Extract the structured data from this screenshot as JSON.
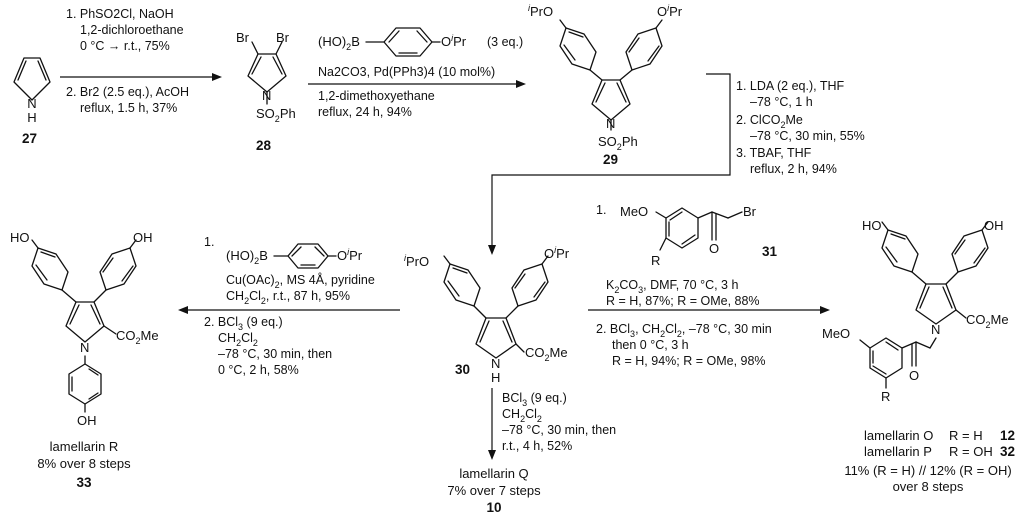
{
  "atoms": {
    "nh": "N\nH",
    "n": "N",
    "h": "H",
    "br": "Br",
    "so2ph": "SO2Ph",
    "oipr": "OiPr",
    "iprO": "iPrO",
    "ho2b": "(HO)2B",
    "co2me": "CO2Me",
    "oh": "OH",
    "ho": "HO",
    "meo": "MeO",
    "o": "O",
    "r": "R"
  },
  "compounds": {
    "c27": "27",
    "c28": "28",
    "c29": "29",
    "c30": "30",
    "c31": "31",
    "c33": "33",
    "c10": "10",
    "c12": "12",
    "c32": "32"
  },
  "step1": {
    "l1": "1. PhSO2Cl, NaOH",
    "l2": "1,2-dichloroethane",
    "l3": "0 °C → r.t., 75%",
    "l4": "2. Br2 (2.5 eq.), AcOH",
    "l5": "reflux, 1.5 h, 37%"
  },
  "step2": {
    "reagent": "(3 eq.)",
    "l1": "Na2CO3, Pd(PPh3)4 (10 mol%)",
    "l2": "1,2-dimethoxyethane",
    "l3": "reflux, 24 h, 94%"
  },
  "step3": {
    "l1": "1. LDA (2 eq.), THF",
    "l2": "–78 °C, 1 h",
    "l3": "2. ClCO2Me",
    "l4": "–78 °C, 30 min, 55%",
    "l5": "3. TBAF, THF",
    "l6": "reflux, 2 h, 94%"
  },
  "step_left": {
    "n1": "1.",
    "l1": "Cu(OAc)2, MS 4Å, pyridine",
    "l2": "CH2Cl2, r.t., 87 h, 95%",
    "l3": "2. BCl3 (9 eq.)",
    "l4": "CH2Cl2",
    "l5": "–78 °C, 30 min, then",
    "l6": "0 °C, 2 h, 58%"
  },
  "step_right": {
    "n1": "1.",
    "l1": "K2CO3, DMF, 70 °C, 3 h",
    "l2": "R = H, 87%; R = OMe, 88%",
    "l3": "2. BCl3, CH2Cl2, –78 °C, 30 min",
    "l4": "then 0 °C, 3 h",
    "l5": "R = H, 94%; R = OMe, 98%"
  },
  "step_down": {
    "l1": "BCl3 (9 eq.)",
    "l2": "CH2Cl2",
    "l3": "–78 °C, 30 min, then",
    "l4": "r.t., 4 h, 52%"
  },
  "products": {
    "r_name": "lamellarin R",
    "r_yield": "8% over 8 steps",
    "q_name": "lamellarin Q",
    "q_yield": "7% over 7 steps",
    "o_name": "lamellarin O",
    "o_r": "R = H",
    "p_name": "lamellarin P",
    "p_r": "R = OH",
    "op_yield1": "11% (R = H) // 12% (R = OH)",
    "op_yield2": "over 8 steps"
  }
}
